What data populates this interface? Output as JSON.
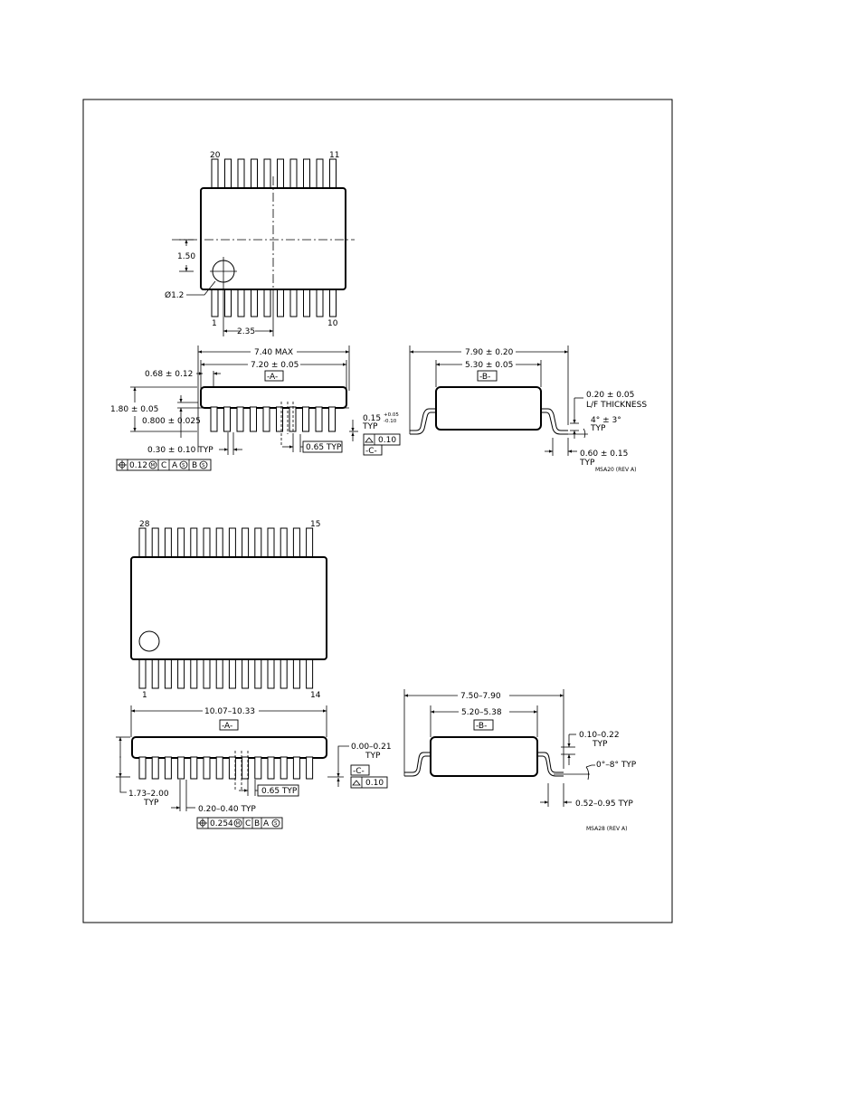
{
  "msa20": {
    "pin_labels": {
      "top_left": "20",
      "top_right": "11",
      "bottom_left": "1",
      "bottom_right": "10"
    },
    "dims": {
      "d150": "1.50",
      "d235": "2.35",
      "dia12": "Ø1.2",
      "max740": "7.40 MAX",
      "w720": "7.20 ± 0.05",
      "datum_a": "-A-",
      "d068": "0.68 ± 0.12",
      "d180": "1.80 ± 0.05",
      "d0800": "0.800 ± 0.025",
      "d015": "0.15",
      "d015_plus": "+0.05",
      "d015_minus": "-0.10",
      "d015_typ": "TYP",
      "d030": "0.30 ± 0.10 TYP",
      "pitch": "0.65 TYP",
      "flat": "0.10",
      "datum_c": "-C-",
      "fcf": [
        "0.12",
        "C",
        "A",
        "B"
      ],
      "w790": "7.90 ± 0.20",
      "w530": "5.30 ± 0.05",
      "datum_b": "-B-",
      "lf_thk": "0.20 ± 0.05",
      "lf_label": "L/F THICKNESS",
      "angle": "4° ± 3°",
      "angle_typ": "TYP",
      "foot": "0.60 ± 0.15",
      "foot_typ": "TYP",
      "rev": "MSA20 (REV A)"
    }
  },
  "msa28": {
    "pin_labels": {
      "top_left": "28",
      "top_right": "15",
      "bottom_left": "1",
      "bottom_right": "14"
    },
    "dims": {
      "len": "10.07–10.33",
      "datum_a": "-A-",
      "standoff": "0.00–0.21",
      "standoff_typ": "TYP",
      "datum_c": "-C-",
      "flat": "0.10",
      "pitch": "0.65 TYP",
      "height": "1.73–2.00",
      "height_typ": "TYP",
      "lead_w": "0.20–0.40 TYP",
      "fcf": [
        "0.254",
        "C",
        "B",
        "A"
      ],
      "span": "7.50–7.90",
      "body_w": "5.20–5.38",
      "datum_b": "-B-",
      "lf": "0.10–0.22",
      "lf_typ": "TYP",
      "angle": "0°–8° TYP",
      "foot": "0.52–0.95 TYP",
      "rev": "MSA28 (REV A)"
    }
  }
}
